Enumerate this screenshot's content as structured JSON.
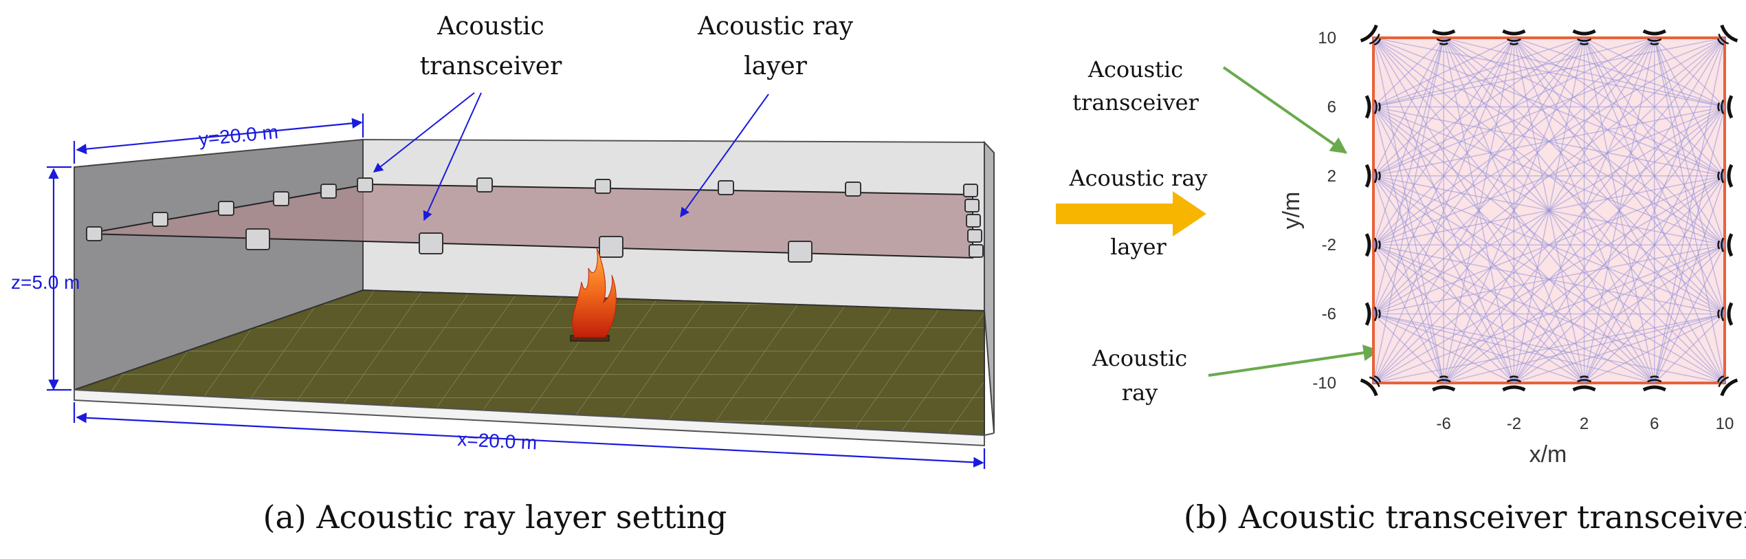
{
  "panel_a": {
    "caption": "(a) Acoustic ray layer setting",
    "labels": {
      "transceiver_line1": "Acoustic",
      "transceiver_line2": "transceiver",
      "ray_layer_line1": "Acoustic ray",
      "ray_layer_line2": "layer"
    },
    "dimensions": {
      "y": "y=20.0 m",
      "z": "z=5.0 m",
      "x": "x=20.0 m"
    },
    "colors": {
      "dimension": "#1a1adc",
      "ray_layer": "#b08a8f",
      "floor": "#5b5a28",
      "wall": "#8f8f92",
      "fire": "#f26a1b"
    }
  },
  "panel_b": {
    "caption": "(b) Acoustic transceiver transceiver",
    "labels": {
      "transceiver_line1": "Acoustic",
      "transceiver_line2": "transceiver",
      "ray_layer_line1": "Acoustic ray",
      "ray_layer_line2": "layer",
      "ray_line1": "Acoustic",
      "ray_line2": "ray"
    },
    "colors": {
      "border": "#e8623a",
      "fill": "#fbe3e6",
      "rays": "#8f8fd8",
      "arrow_green": "#6aaa4c",
      "arrow_yellow": "#f7b500"
    }
  },
  "chart_data": {
    "type": "scatter",
    "title": "",
    "xlabel": "x/m",
    "ylabel": "y/m",
    "xlim": [
      -10,
      10
    ],
    "ylim": [
      -10,
      10
    ],
    "xticks": [
      "-6",
      "-2",
      "2",
      "6",
      "10"
    ],
    "yticks": [
      "10",
      "6",
      "2",
      "-2",
      "-6",
      "-10"
    ],
    "transceivers": {
      "x": [
        -10,
        -6,
        -2,
        2,
        6,
        10,
        10,
        10,
        10,
        10,
        10,
        6,
        2,
        -2,
        -6,
        -10,
        -10,
        -10,
        -10,
        -10
      ],
      "y": [
        10,
        10,
        10,
        10,
        10,
        10,
        6,
        2,
        -2,
        -6,
        -10,
        -10,
        -10,
        -10,
        -10,
        -10,
        -6,
        -2,
        2,
        6
      ]
    }
  }
}
